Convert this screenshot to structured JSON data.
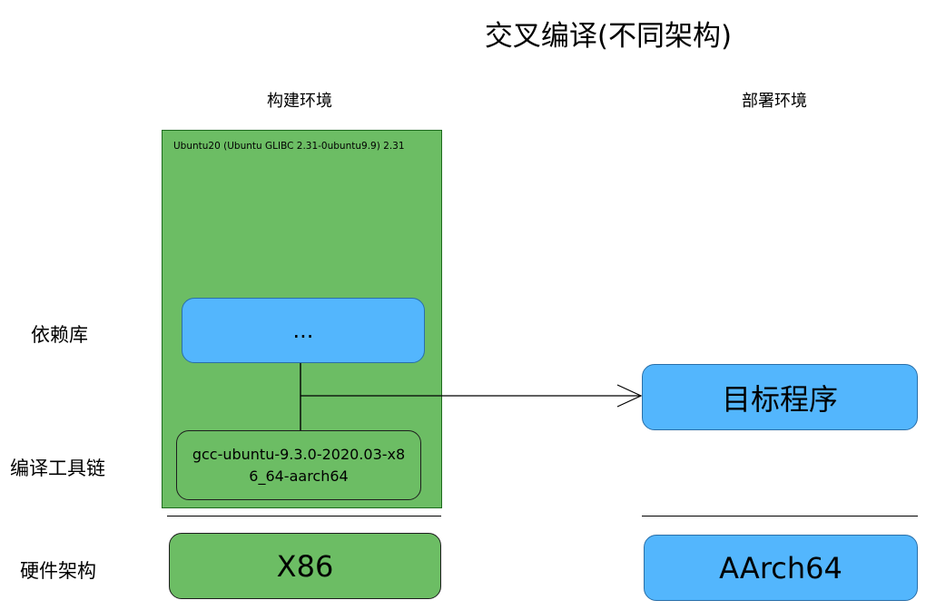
{
  "title": "交叉编译(不同架构)",
  "columns": {
    "build": "构建环境",
    "deploy": "部署环境"
  },
  "row_labels": {
    "deps": "依赖库",
    "toolchain": "编译工具链",
    "hardware": "硬件架构"
  },
  "build_env": {
    "os_label": "Ubuntu20 (Ubuntu GLIBC 2.31-0ubuntu9.9) 2.31",
    "deps_box": "...",
    "toolchain_line1": "gcc-ubuntu-9.3.0-2020.03-x8",
    "toolchain_line2": "6_64-aarch64",
    "hardware": "X86"
  },
  "deploy_env": {
    "target": "目标程序",
    "hardware": "AArch64"
  },
  "colors": {
    "green": "#6cbd64",
    "blue": "#53b6fd"
  }
}
